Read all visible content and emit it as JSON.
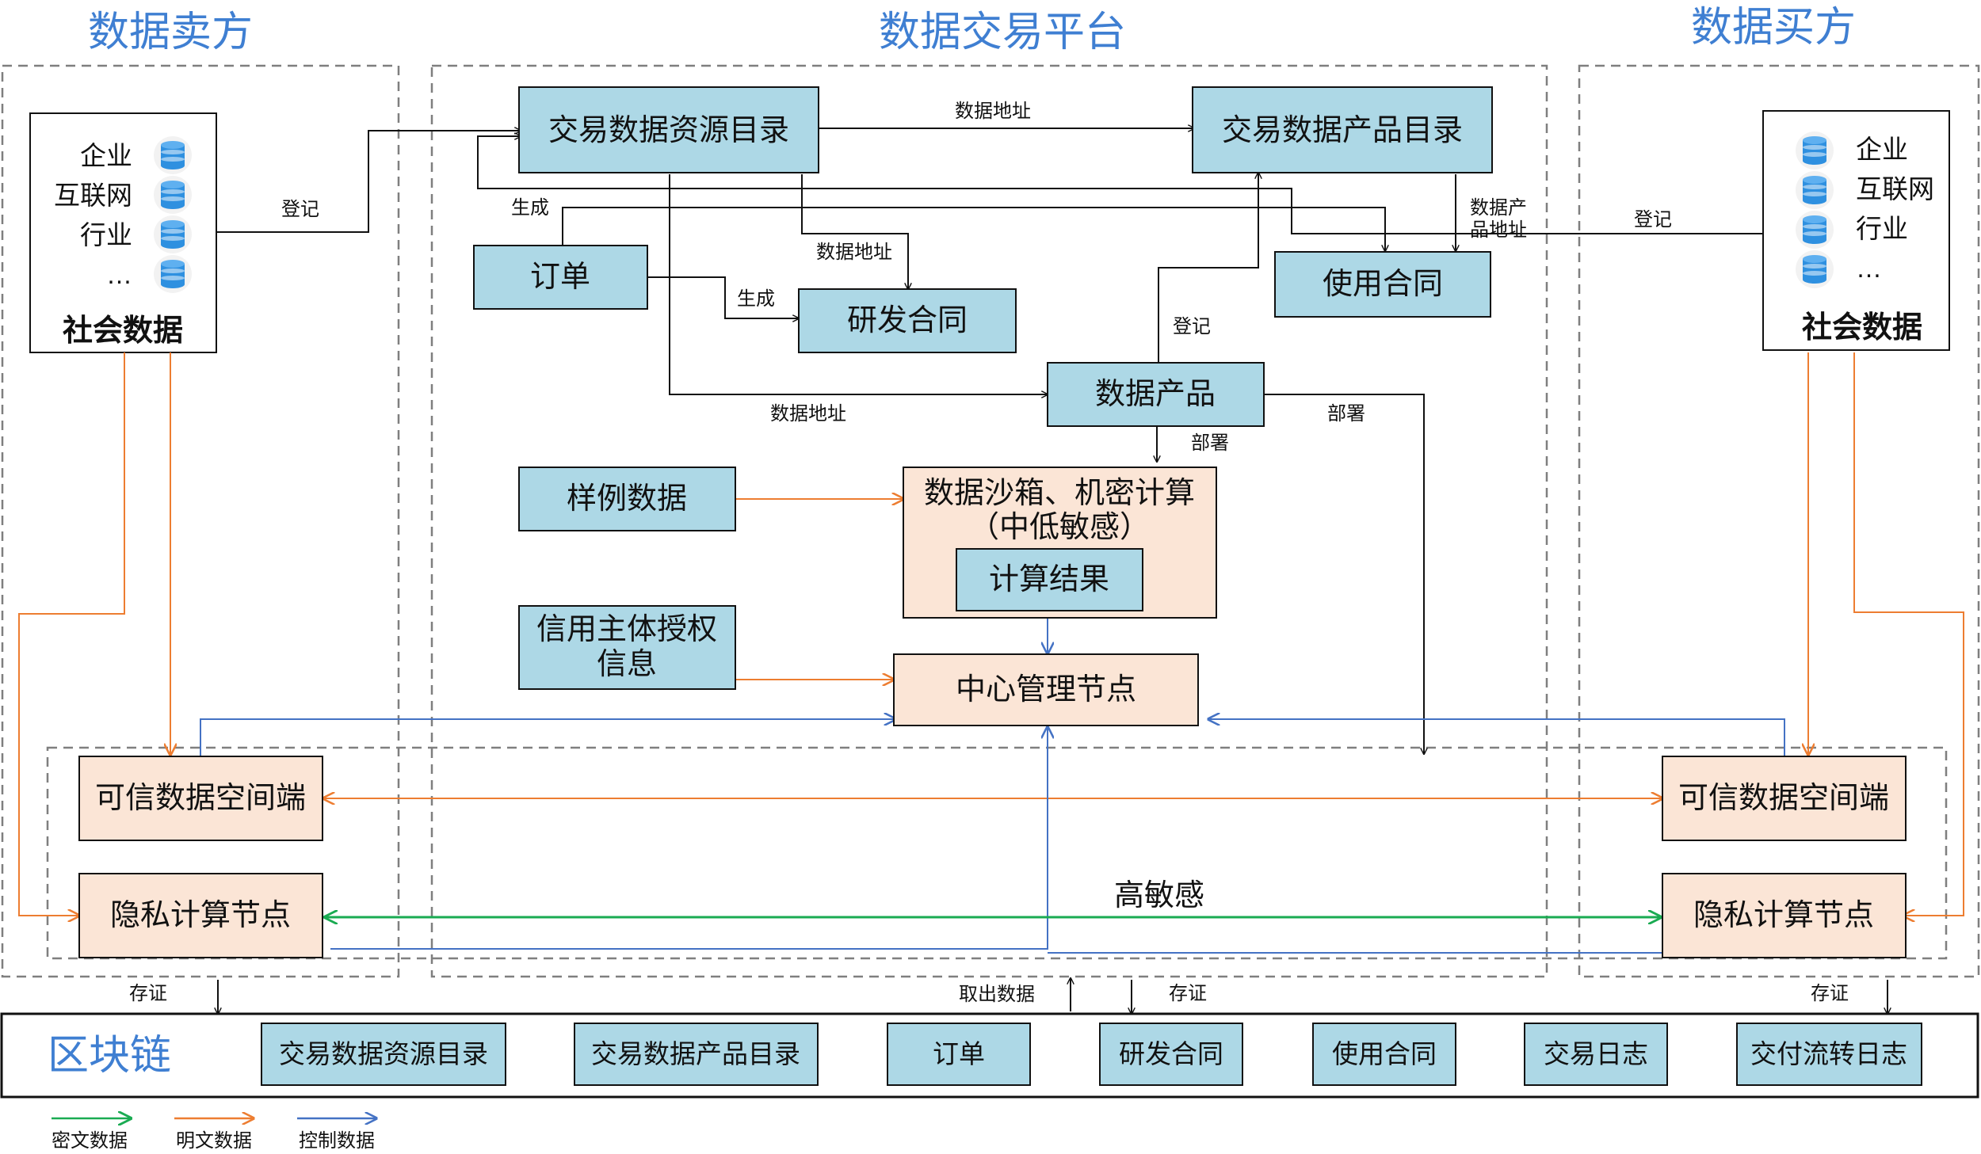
{
  "colors": {
    "cipher_line": "#1aab52",
    "plain_line": "#ed7d31",
    "control_line": "#4472c4",
    "blue_box_fill": "#add8e6",
    "beige_box_fill": "#fbe5d6",
    "section_title": "#3f7fd2",
    "db_icon": "#2e90e0"
  },
  "sections": {
    "seller": "数据卖方",
    "platform": "数据交易平台",
    "buyer": "数据买方"
  },
  "seller": {
    "sources": [
      "企业",
      "互联网",
      "行业",
      "…"
    ],
    "caption": "社会数据",
    "icon": "database-icon"
  },
  "buyer": {
    "sources": [
      "企业",
      "互联网",
      "行业",
      "…"
    ],
    "caption": "社会数据",
    "icon": "database-icon"
  },
  "nodes": {
    "resource_catalog": "交易数据资源目录",
    "product_catalog": "交易数据产品目录",
    "order": "订单",
    "rd_contract": "研发合同",
    "usage_contract": "使用合同",
    "data_product": "数据产品",
    "sample_data": "样例数据",
    "sandbox": {
      "line1": "数据沙箱、机密计算",
      "line2": "（中低敏感）",
      "result": "计算结果"
    },
    "credit": {
      "line1": "信用主体授权",
      "line2": "信息"
    },
    "center_node": "中心管理节点",
    "trusted_space_seller": "可信数据空间端",
    "trusted_space_buyer": "可信数据空间端",
    "privacy_node_seller": "隐私计算节点",
    "privacy_node_buyer": "隐私计算节点",
    "high_sensitive": "高敏感"
  },
  "edge_labels": {
    "seller_register": "登记",
    "buyer_register": "登记",
    "data_address_top": "数据地址",
    "generate_order": "生成",
    "data_address_rd": "数据地址",
    "generate_rd": "生成",
    "product_address_line1": "数据产",
    "product_address_line2": "品地址",
    "product_register": "登记",
    "data_address_product": "数据地址",
    "deploy_right": "部署",
    "deploy_down": "部署",
    "evidence_left": "存证",
    "fetch_data": "取出数据",
    "evidence_middle": "存证",
    "evidence_right": "存证"
  },
  "blockchain": {
    "title": "区块链",
    "items": [
      "交易数据资源目录",
      "交易数据产品目录",
      "订单",
      "研发合同",
      "使用合同",
      "交易日志",
      "交付流转日志"
    ]
  },
  "legend": [
    {
      "label": "密文数据",
      "color": "#1aab52"
    },
    {
      "label": "明文数据",
      "color": "#ed7d31"
    },
    {
      "label": "控制数据",
      "color": "#4472c4"
    }
  ]
}
